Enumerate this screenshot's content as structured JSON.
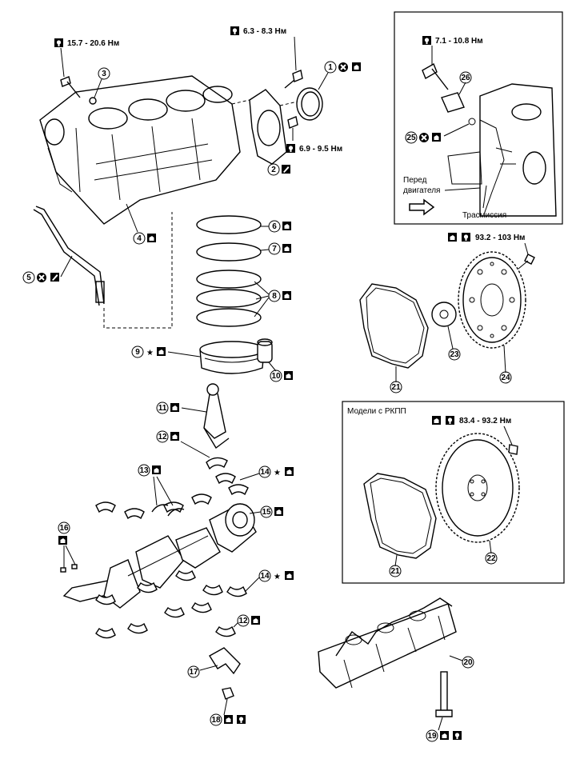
{
  "torques": {
    "t3": "15.7 - 20.6 Нм",
    "t_top": "6.3 - 8.3 Нм",
    "t_side": "6.9 - 9.5 Нм",
    "t_inset": "7.1 - 10.8 Нм",
    "t24": "93.2 - 103 Нм",
    "t22": "83.4 - 93.2 Нм"
  },
  "inset_top": {
    "front_label": "Перед\nдвигателя",
    "front_line1": "Перед",
    "front_line2": "двигателя",
    "transmission_label": "Трасмиссия"
  },
  "inset_mt": {
    "title": "Модели с РКПП"
  },
  "callouts": {
    "c1": "1",
    "c2": "2",
    "c3": "3",
    "c4": "4",
    "c5": "5",
    "c6": "6",
    "c7": "7",
    "c8": "8",
    "c9": "9",
    "c10": "10",
    "c11": "11",
    "c12a": "12",
    "c12b": "12",
    "c13": "13",
    "c14a": "14",
    "c14b": "14",
    "c15": "15",
    "c16": "16",
    "c17": "17",
    "c18": "18",
    "c19": "19",
    "c20": "20",
    "c21a": "21",
    "c21b": "21",
    "c22": "22",
    "c23": "23",
    "c24": "24",
    "c25": "25",
    "c26": "26"
  },
  "star": "★",
  "icons": {
    "torque": "torque-wrench-icon",
    "lube": "oil-can-icon",
    "no_reuse": "do-not-reuse-icon",
    "sealant": "sealant-icon"
  }
}
